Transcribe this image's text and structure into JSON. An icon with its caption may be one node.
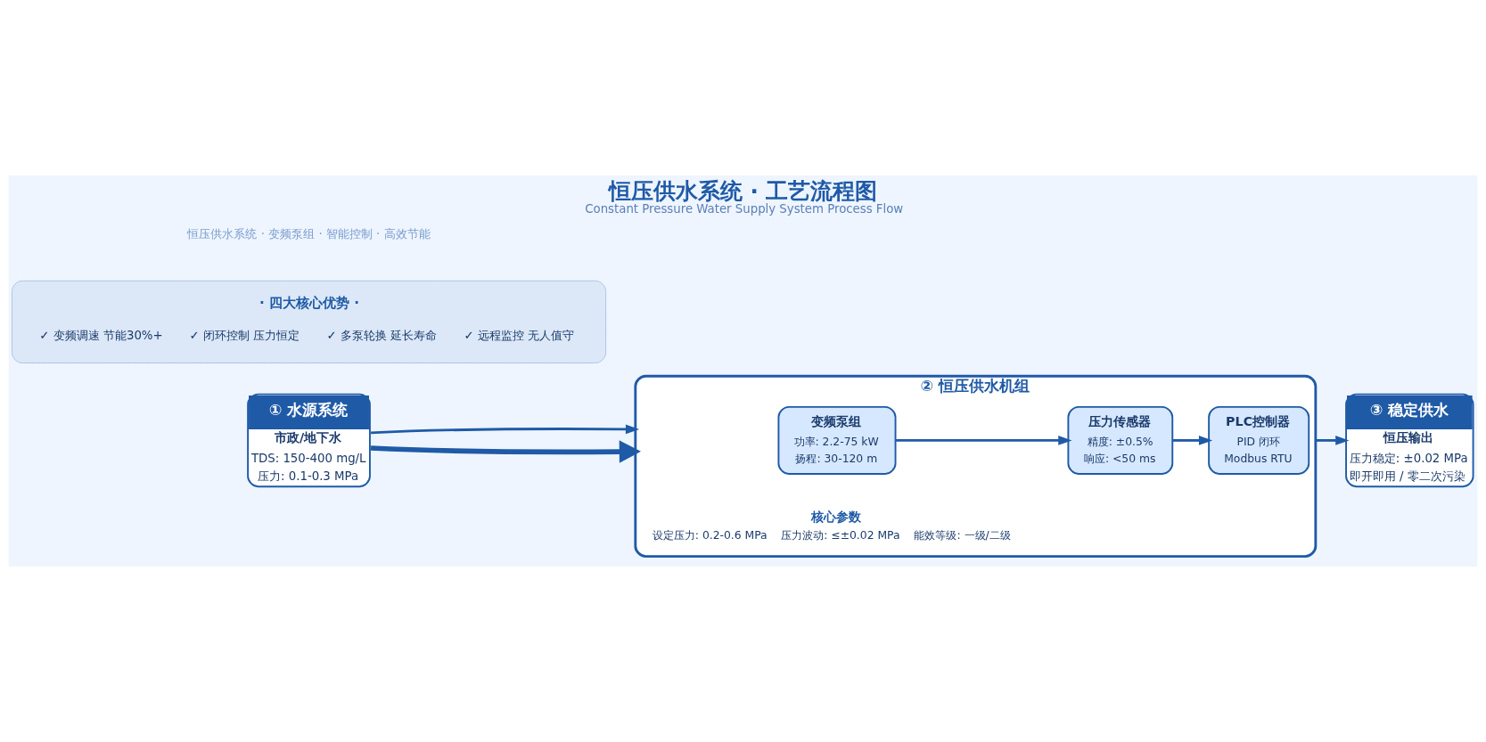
{
  "diagram": {
    "title": "恒压供水系统 · 工艺流程图",
    "caption": "Constant Pressure Water Supply System Process Flow",
    "nodes": [
      {
        "text": [
          "① 水源系统",
          "市政/地下水",
          "TDS: 150-400 mg/L",
          "压力: 0.1-0.3 MPa"
        ]
      },
      {
        "text": [
          "② 恒压供水机组",
          "核心参数",
          "设定压力: 0.2-0.6 MPa",
          "压力波动: ≤±0.02 MPa",
          "能效等级: 一级/二级"
        ]
      },
      {
        "text": [
          "变频泵组",
          "功率: 2.2-75 kW",
          "扬程: 30-120 m"
        ],
        "in": 1
      },
      {
        "text": [
          "压力传感器",
          "精度: ±0.5%",
          "响应: <50 ms"
        ],
        "in": 1
      },
      {
        "text": [
          "PLC控制器",
          "PID 闭环",
          "Modbus RTU"
        ],
        "in": 1
      },
      {
        "text": [
          "③ 稳定供水",
          "恒压输出",
          "压力稳定: ±0.02 MPa",
          "即开即用 / 零二次污染"
        ]
      },
      {
        "text": [
          "· 四大核心优势 ·",
          "✓ 变频调速 节能30%+",
          "✓ 闭环控制 压力恒定",
          "✓ 多泵轮换 延长寿命",
          "✓ 远程监控 无人值守"
        ]
      }
    ],
    "edges": [
      {
        "from": 0,
        "to": 1,
        "arrow": "to",
        "style": "thick"
      },
      {
        "from": 0,
        "to": 1,
        "arrow": "to"
      },
      {
        "from": 2,
        "to": 3,
        "arrow": "to"
      },
      {
        "from": 3,
        "to": 4,
        "arrow": "to"
      },
      {
        "from": 1,
        "to": 5,
        "arrow": "to"
      }
    ],
    "labels": [
      "恒压供水系统 · 变频泵组 · 智能控制 · 高效节能"
    ]
  }
}
